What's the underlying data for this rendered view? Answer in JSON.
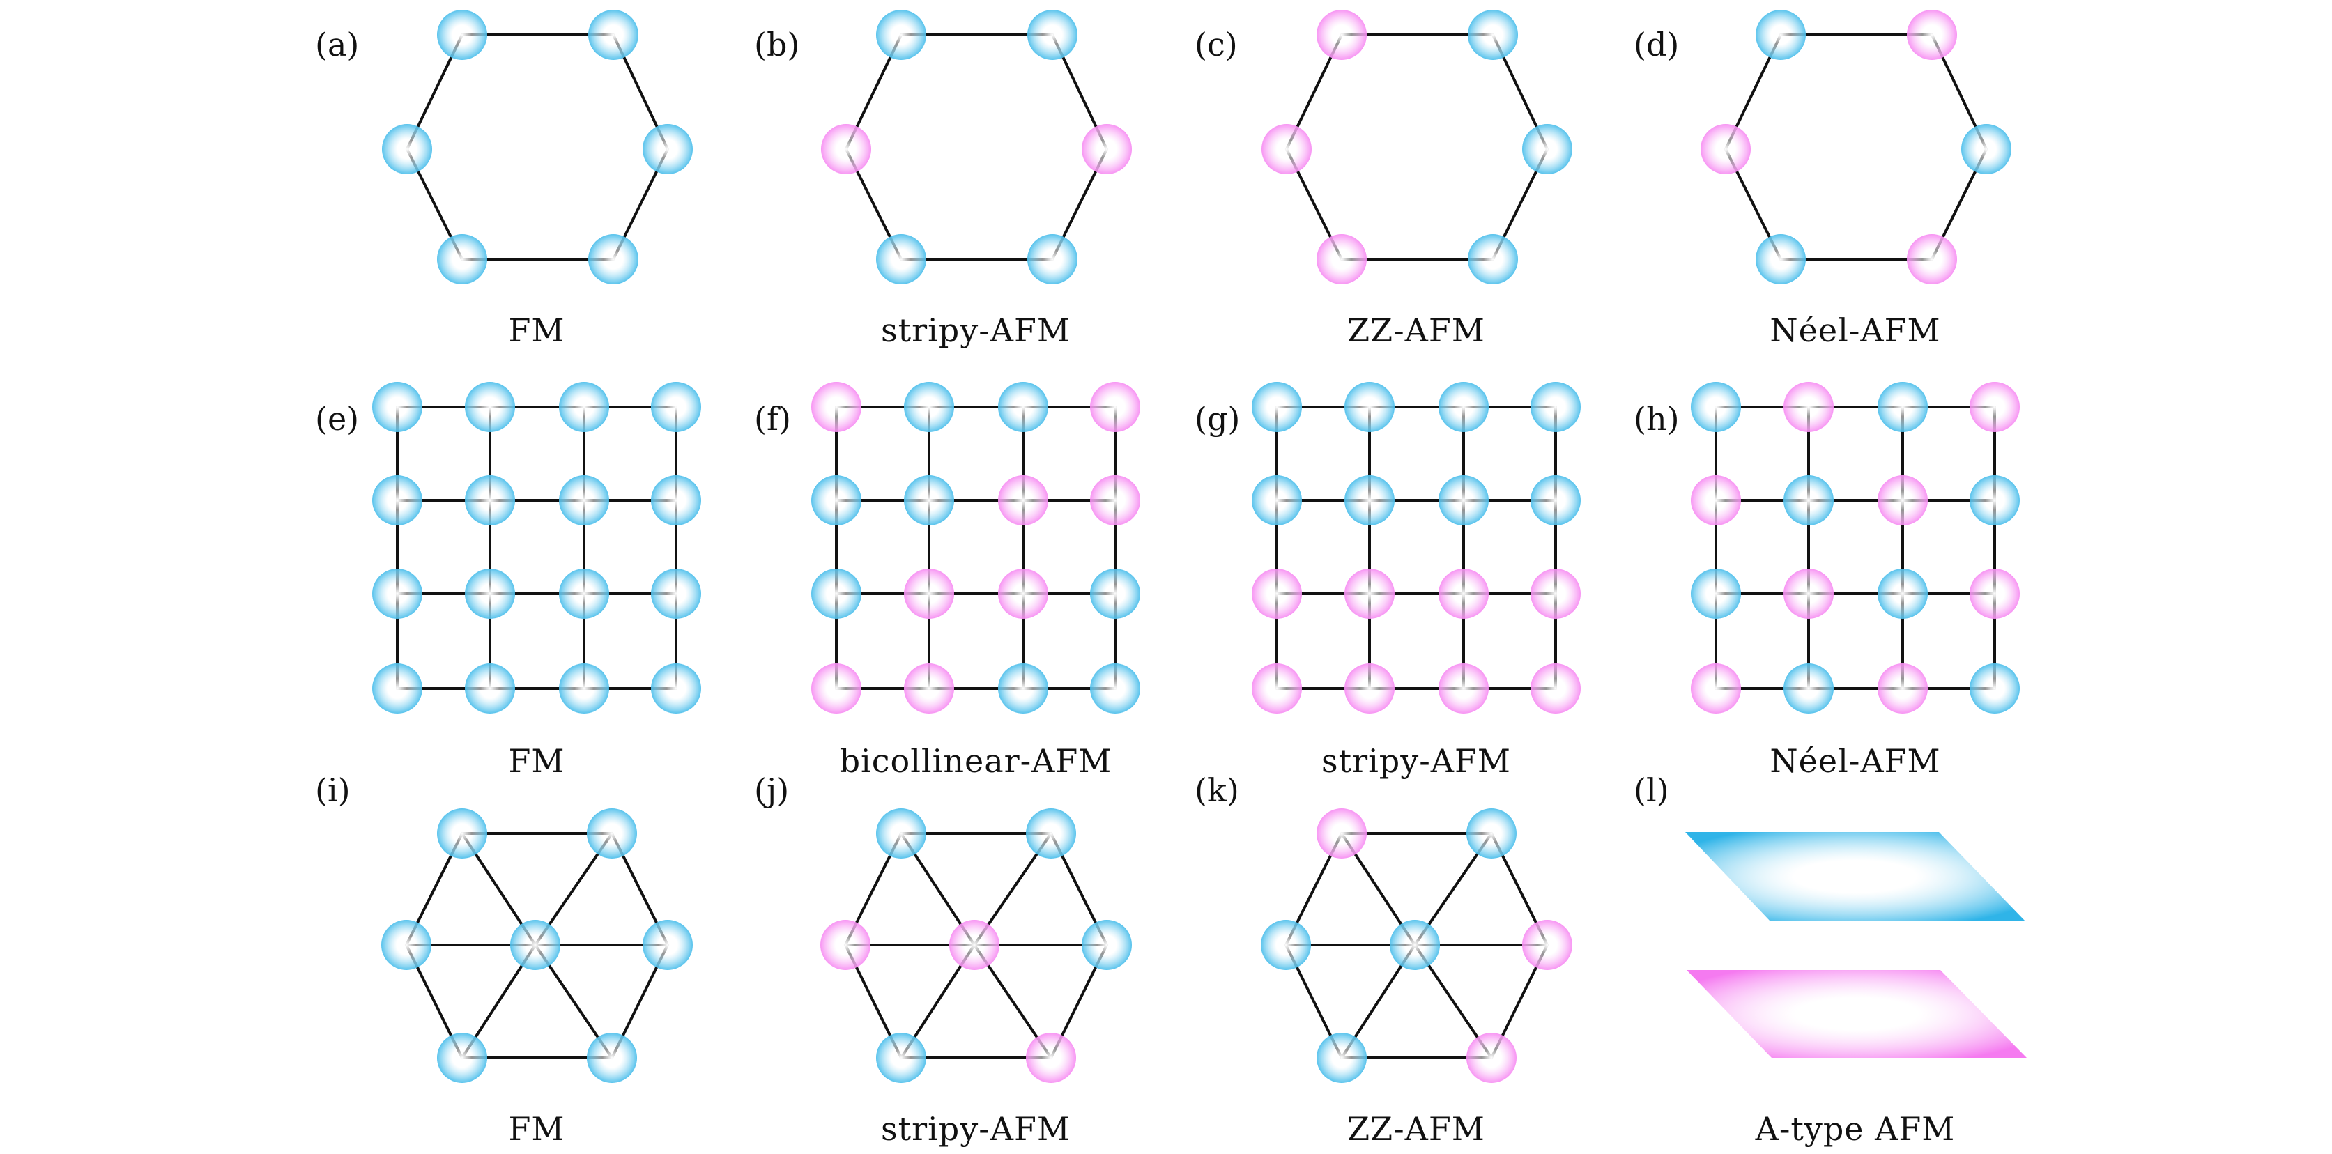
{
  "colors": {
    "blue_spin": "#2fb4e8",
    "pink_spin": "#f57af0",
    "bond": "#111111"
  },
  "panels": [
    {
      "id": "a",
      "label": "(a)",
      "caption": "FM",
      "lattice": "honeycomb",
      "spins": [
        "B",
        "B",
        "B",
        "B",
        "B",
        "B"
      ]
    },
    {
      "id": "b",
      "label": "(b)",
      "caption": "stripy-AFM",
      "lattice": "honeycomb",
      "spins": [
        "B",
        "B",
        "P",
        "P",
        "B",
        "B"
      ]
    },
    {
      "id": "c",
      "label": "(c)",
      "caption": "ZZ-AFM",
      "lattice": "honeycomb",
      "spins": [
        "P",
        "B",
        "P",
        "B",
        "P",
        "B"
      ]
    },
    {
      "id": "d",
      "label": "(d)",
      "caption": "Néel-AFM",
      "lattice": "honeycomb",
      "spins": [
        "B",
        "P",
        "P",
        "B",
        "B",
        "P"
      ]
    },
    {
      "id": "e",
      "label": "(e)",
      "caption": "FM",
      "lattice": "square",
      "spins": [
        [
          "B",
          "B",
          "B",
          "B"
        ],
        [
          "B",
          "B",
          "B",
          "B"
        ],
        [
          "B",
          "B",
          "B",
          "B"
        ],
        [
          "B",
          "B",
          "B",
          "B"
        ]
      ]
    },
    {
      "id": "f",
      "label": "(f)",
      "caption": "bicollinear-AFM",
      "lattice": "square",
      "spins": [
        [
          "P",
          "B",
          "B",
          "P"
        ],
        [
          "B",
          "B",
          "P",
          "P"
        ],
        [
          "B",
          "P",
          "P",
          "B"
        ],
        [
          "P",
          "P",
          "B",
          "B"
        ]
      ]
    },
    {
      "id": "g",
      "label": "(g)",
      "caption": "stripy-AFM",
      "lattice": "square",
      "spins": [
        [
          "B",
          "B",
          "B",
          "B"
        ],
        [
          "B",
          "B",
          "B",
          "B"
        ],
        [
          "P",
          "P",
          "P",
          "P"
        ],
        [
          "P",
          "P",
          "P",
          "P"
        ]
      ]
    },
    {
      "id": "h",
      "label": "(h)",
      "caption": "Néel-AFM",
      "lattice": "square",
      "spins": [
        [
          "B",
          "P",
          "B",
          "P"
        ],
        [
          "P",
          "B",
          "P",
          "B"
        ],
        [
          "B",
          "P",
          "B",
          "P"
        ],
        [
          "P",
          "B",
          "P",
          "B"
        ]
      ]
    },
    {
      "id": "i",
      "label": "(i)",
      "caption": "FM",
      "lattice": "triangular",
      "spins": [
        "B",
        "B",
        "B",
        "B",
        "B",
        "B",
        "B"
      ]
    },
    {
      "id": "j",
      "label": "(j)",
      "caption": "stripy-AFM",
      "lattice": "triangular",
      "spins": [
        "B",
        "B",
        "P",
        "P",
        "B",
        "B",
        "P"
      ]
    },
    {
      "id": "k",
      "label": "(k)",
      "caption": "ZZ-AFM",
      "lattice": "triangular",
      "spins": [
        "P",
        "B",
        "B",
        "B",
        "P",
        "B",
        "P"
      ]
    },
    {
      "id": "l",
      "label": "(l)",
      "caption": "A-type AFM",
      "lattice": "layers",
      "spins": [
        "B",
        "P"
      ]
    }
  ]
}
